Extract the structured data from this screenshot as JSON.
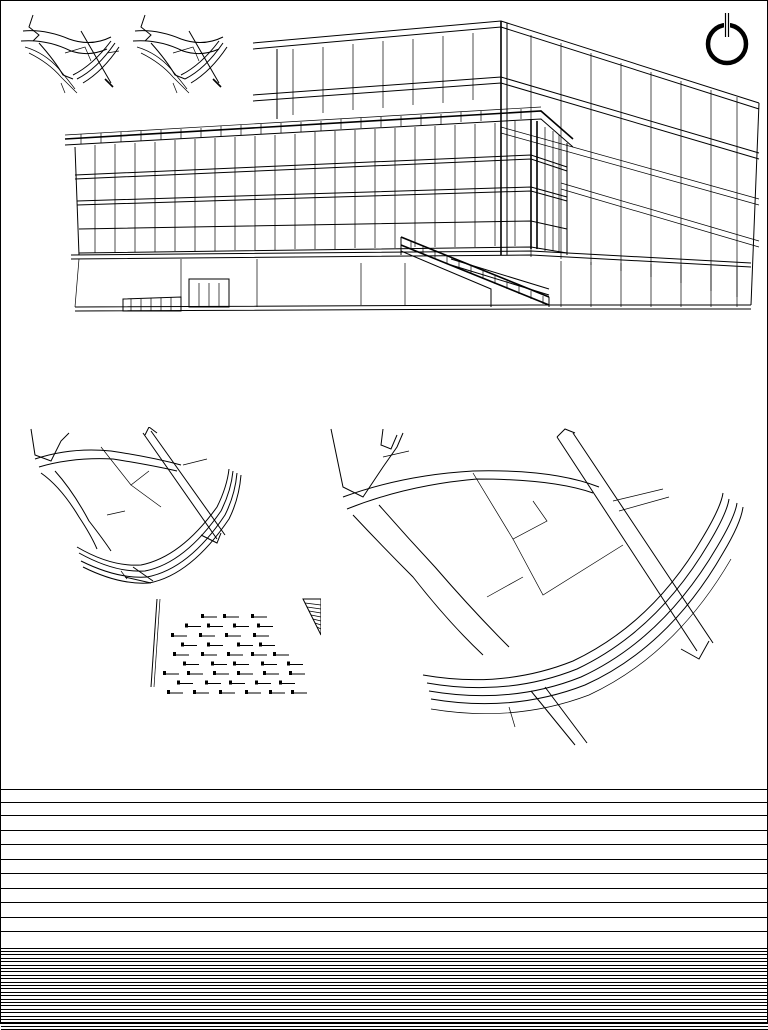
{
  "sheet": {
    "stroke_color": "#000000",
    "background": "#ffffff"
  },
  "top_strip": {
    "key_plans": [
      "key-plan-1",
      "key-plan-2"
    ],
    "perspective": "building-perspective",
    "logo_icon": "north-arrow-logo-icon"
  },
  "site_plans": {
    "small": "site-plan-small",
    "large": "site-plan-large",
    "marks_field": "elevation-marks"
  },
  "title_block": {
    "major_row_count": 11,
    "minor_row_count": 25
  }
}
